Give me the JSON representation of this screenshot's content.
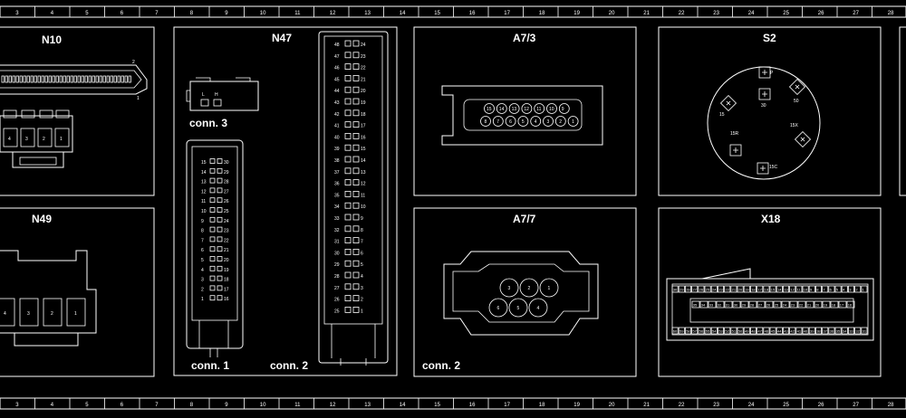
{
  "ruler": {
    "numbers": [
      "3",
      "4",
      "5",
      "6",
      "7",
      "8",
      "9",
      "10",
      "11",
      "12",
      "13",
      "14",
      "15",
      "16",
      "17",
      "18",
      "19",
      "20",
      "21",
      "22",
      "23",
      "24",
      "25",
      "26",
      "27",
      "28"
    ]
  },
  "panels": {
    "n10": {
      "title": "N10",
      "pins_top": [
        "4",
        "3",
        "2",
        "1"
      ],
      "num_a": "2",
      "num_b": "1"
    },
    "n49": {
      "title": "N49",
      "pins": [
        "4",
        "3",
        "2",
        "1"
      ]
    },
    "n47": {
      "title": "N47",
      "conn3": "conn. 3",
      "conn1": "conn. 1",
      "conn2": "conn. 2",
      "conn3_pins": [
        "L",
        "H"
      ],
      "conn1_left": [
        "15",
        "14",
        "13",
        "12",
        "11",
        "10",
        "9",
        "8",
        "7",
        "6",
        "5",
        "4",
        "3",
        "2",
        "1"
      ],
      "conn1_right": [
        "30",
        "29",
        "28",
        "27",
        "26",
        "25",
        "24",
        "23",
        "22",
        "21",
        "20",
        "19",
        "18",
        "17",
        "16"
      ],
      "conn2_left": [
        "48",
        "47",
        "46",
        "45",
        "44",
        "43",
        "42",
        "41",
        "40",
        "39",
        "38",
        "37",
        "36",
        "35",
        "34",
        "33",
        "32",
        "31",
        "30",
        "29",
        "28",
        "27",
        "26",
        "25"
      ],
      "conn2_right": [
        "24",
        "23",
        "22",
        "21",
        "20",
        "19",
        "18",
        "17",
        "16",
        "15",
        "14",
        "13",
        "12",
        "11",
        "10",
        "9",
        "8",
        "7",
        "6",
        "5",
        "4",
        "3",
        "2",
        "1"
      ]
    },
    "a73": {
      "title": "A7/3",
      "row_top": [
        "15",
        "14",
        "13",
        "12",
        "11",
        "10",
        "9"
      ],
      "row_bottom": [
        "8",
        "7",
        "6",
        "5",
        "4",
        "3",
        "2",
        "1"
      ]
    },
    "a77": {
      "title": "A7/7",
      "conn": "conn. 2",
      "top": [
        "3",
        "2",
        "1"
      ],
      "bottom": [
        "6",
        "5",
        "4"
      ]
    },
    "s2": {
      "title": "S2",
      "labels": [
        "P",
        "30",
        "50",
        "15",
        "15R",
        "15X",
        "15C"
      ]
    },
    "x18": {
      "title": "X18",
      "row1": [
        "30",
        "29",
        "28",
        "27",
        "26",
        "25",
        "24",
        "23",
        "22",
        "21",
        "20",
        "19",
        "18",
        "17",
        "16",
        "15",
        "14",
        "13",
        "12",
        "11",
        "10",
        "9",
        "8",
        "7",
        "6",
        "5",
        "4",
        "3",
        "2",
        "1"
      ],
      "row2": [
        "35",
        "34",
        "33",
        "32",
        "31",
        "30",
        "29",
        "28",
        "27",
        "26",
        "25",
        "24",
        "23",
        "22",
        "21",
        "20",
        "19",
        "18",
        "17",
        "16"
      ],
      "row3": [
        "60",
        "59",
        "58",
        "57",
        "56",
        "55",
        "54",
        "53",
        "52",
        "51",
        "50",
        "49",
        "48",
        "47",
        "46",
        "45",
        "44",
        "43",
        "42",
        "41",
        "40",
        "39",
        "38",
        "37",
        "36",
        "35",
        "34",
        "33",
        "32",
        "31"
      ]
    }
  }
}
